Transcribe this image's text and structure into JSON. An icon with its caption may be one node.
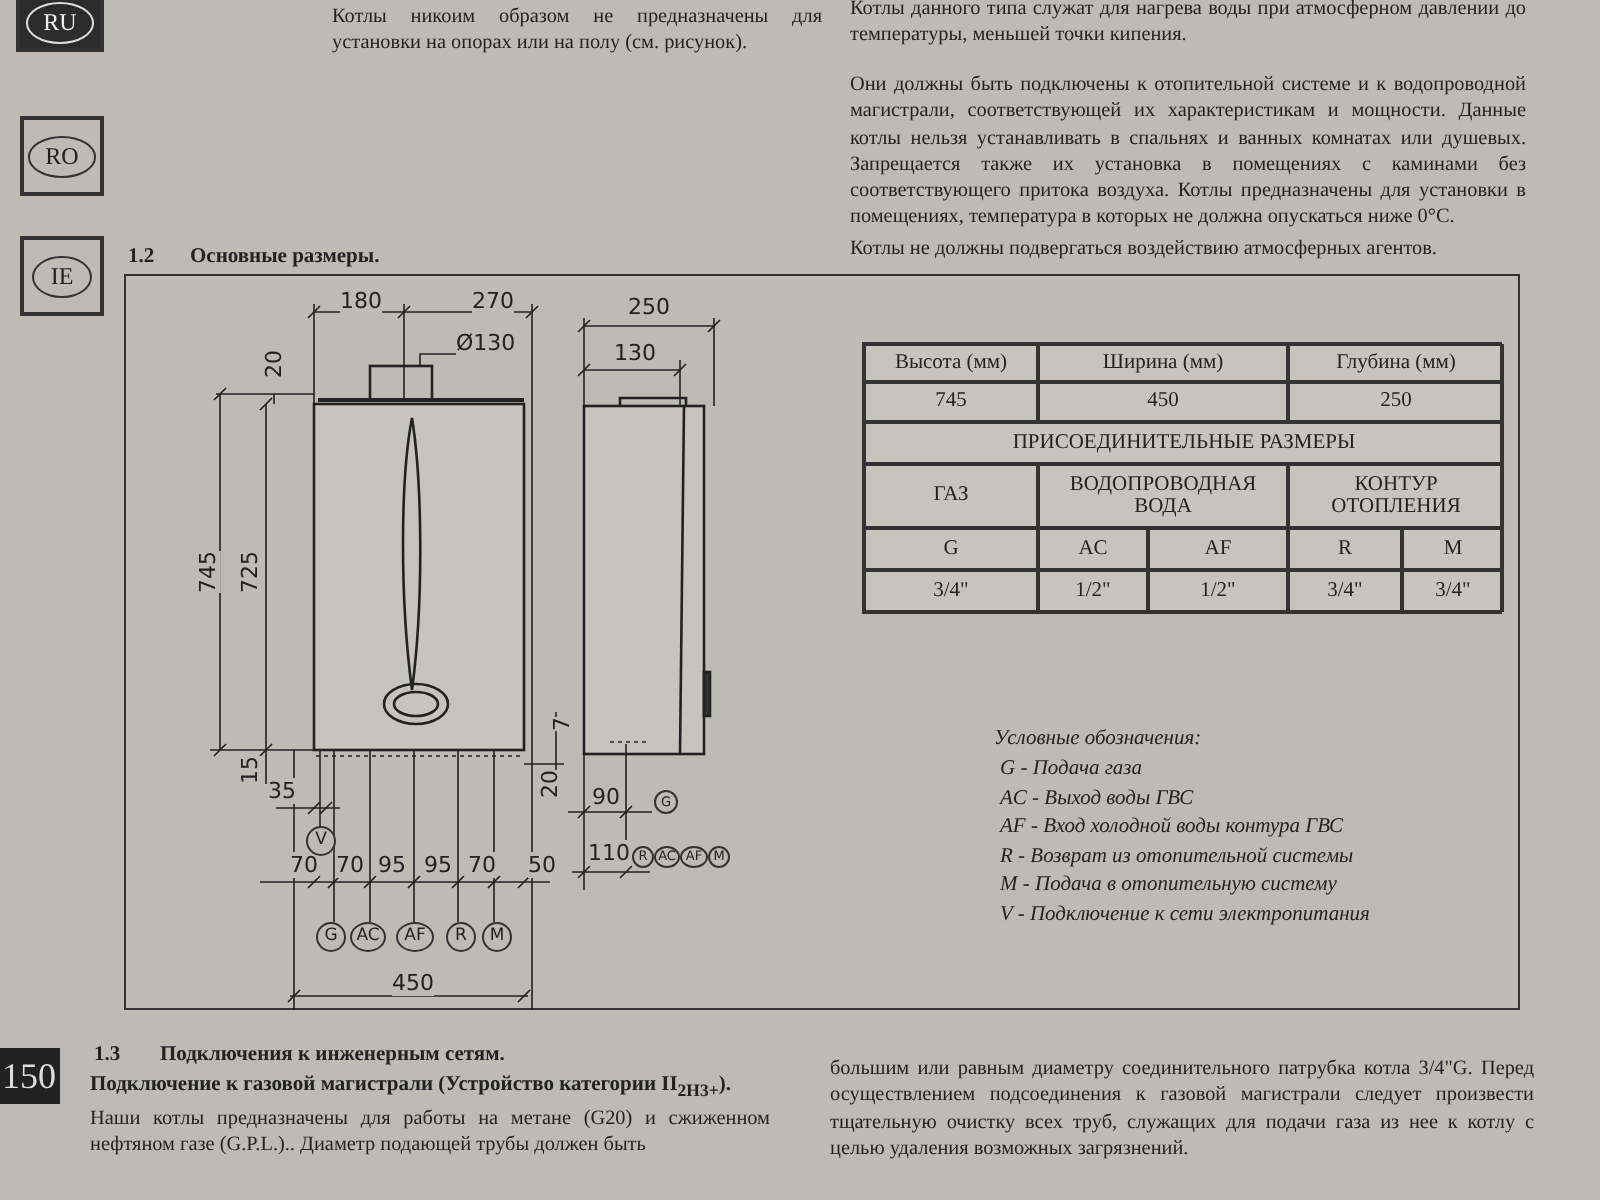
{
  "diagram": {
    "nodes": [
      {
        "text": [
          "RU"
        ]
      },
      {
        "text": [
          "RO"
        ]
      },
      {
        "text": [
          "IE"
        ]
      },
      {
        "text": [
          "V"
        ]
      },
      {
        "text": [
          "G"
        ]
      },
      {
        "text": [
          "AC"
        ]
      },
      {
        "text": [
          "AF"
        ]
      },
      {
        "text": [
          "R"
        ]
      },
      {
        "text": [
          "M"
        ]
      },
      {
        "text": [
          "G"
        ]
      },
      {
        "text": [
          "R"
        ]
      },
      {
        "text": [
          "AC"
        ]
      },
      {
        "text": [
          "AF"
        ]
      },
      {
        "text": [
          "M"
        ]
      }
    ],
    "labels": [
      "Котлы никоим образом не предназначены для установки на опорах или на полу (см. рисунок).",
      "Котлы данного типа служат для нагрева воды при атмосферном давлении до температуры, меньшей точки кипения.",
      "Они должны быть подключены к отопительной системе и к водопроводной магистрали, соответствующей их характеристикам и мощности. Данные котлы нельзя устанавливать в спальнях и ванных комнатах или душевых. Запрещается также их установка в помещениях с каминами без соответствующего притока воздуха. Котлы предназначены для установки в помещениях, температура в которых не должна опускаться ниже 0°C.",
      "1.2",
      "Основные размеры.",
      "Котлы не должны подвергаться воздействию атмосферных агентов.",
      "180",
      "270",
      "Ø130",
      "250",
      "130",
      "20",
      "745",
      "725",
      "7",
      "15",
      "20",
      "35",
      "90",
      "110",
      "70",
      "70",
      "95",
      "95",
      "70",
      "50",
      "450",
      "Высота (мм)",
      "Ширина (мм)",
      "Глубина (мм)",
      "745",
      "450",
      "250",
      "ПРИСОЕДИНИТЕЛЬНЫЕ РАЗМЕРЫ",
      "ГАЗ",
      "ВОДОПРОВОДНАЯ ВОДА",
      "КОНТУР ОТОПЛЕНИЯ",
      "G",
      "AC",
      "AF",
      "R",
      "M",
      "3/4\"",
      "1/2\"",
      "1/2\"",
      "3/4\"",
      "3/4\"",
      "Условные обозначения:",
      "G - Подача газа",
      "AC - Выход воды ГВС",
      "AF - Вход холодной воды контура ГВС",
      "R - Возврат из отопительной системы",
      "M - Подача в отопительную систему",
      "V - Подключение к сети электропитания",
      "1.3",
      "Подключения к инженерным сетям.",
      "Подключение к газовой магистрали (Устройство категории II$_{2H3+}$).",
      "Наши котлы предназначены для работы на метане (G20) и сжиженном нефтяном газе (G.P.L.).. Диаметр подающей трубы должен быть",
      "большим или равным диаметру соединительного патрубка котла 3/4\"G. Перед осуществлением подсоединения к газовой магистрали следует произвести тщательную очистку всех труб, служащих для подачи газа из нее к котлу с целью удаления возможных загрязнений.",
      "150"
    ]
  }
}
